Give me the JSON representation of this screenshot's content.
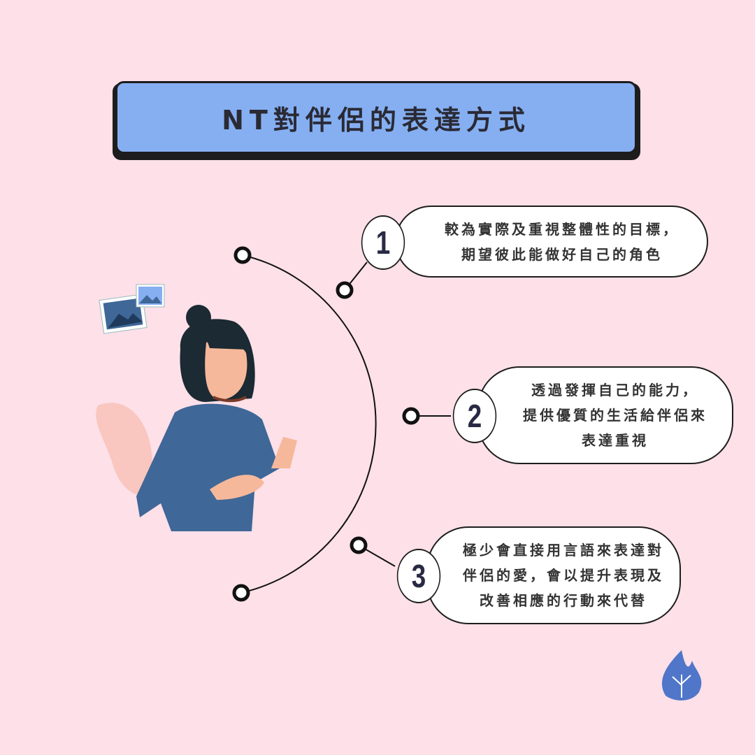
{
  "title": "NT對伴侶的表達方式",
  "items": [
    {
      "number": "1",
      "lines": [
        "較為實際及重視整體性的目標，",
        "期望彼此能做好自己的角色"
      ]
    },
    {
      "number": "2",
      "lines": [
        "透過發揮自己的能力，",
        "提供優質的生活給伴侶來",
        "表達重視"
      ]
    },
    {
      "number": "3",
      "lines": [
        "極少會直接用言語來表達對",
        "伴侶的愛，會以提升表現及",
        "改善相應的行動來代替"
      ]
    }
  ],
  "colors": {
    "background": "#fde0e8",
    "title_bg": "#86aff2",
    "shirt": "#3f6797",
    "logo": "#4f76c9"
  }
}
